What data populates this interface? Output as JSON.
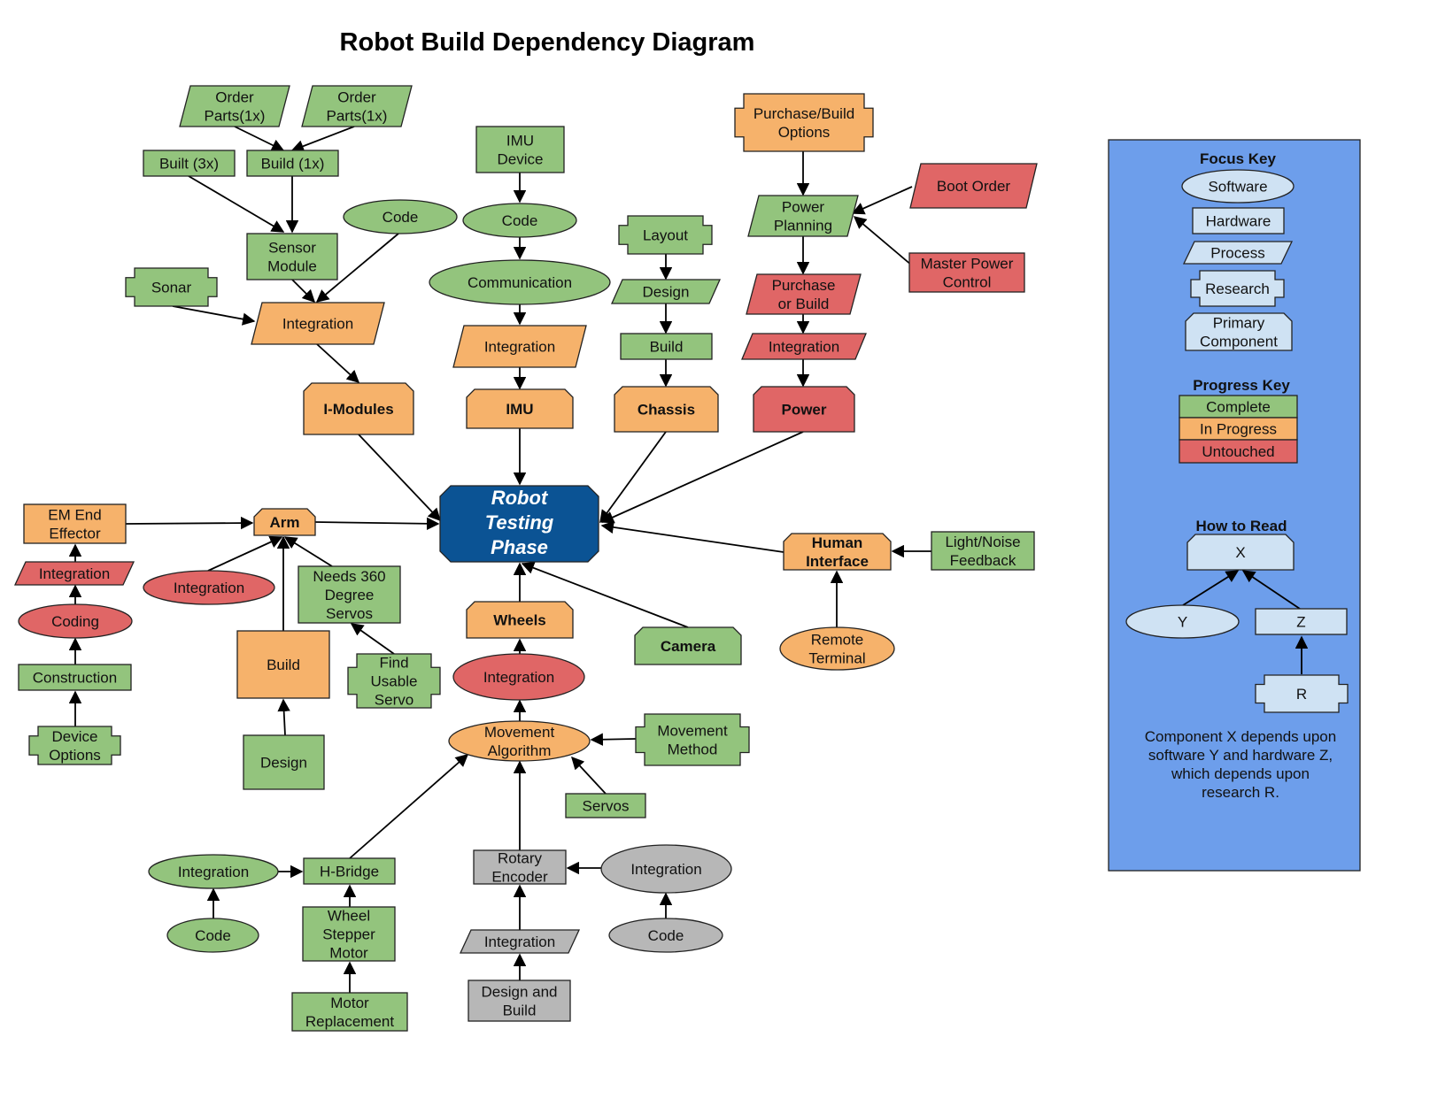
{
  "title": "Robot Build Dependency Diagram",
  "colors": {
    "complete": "#93c47d",
    "in_progress": "#f6b26b",
    "untouched": "#e06666",
    "grey": "#b7b7b7",
    "center": "#0b5394",
    "legend_bg": "#6d9eeb",
    "legend_item": "#cfe2f3"
  },
  "nodes": {
    "order_parts_a": [
      "Order",
      "Parts(1x)"
    ],
    "order_parts_b": [
      "Order",
      "Parts(1x)"
    ],
    "built_3x": [
      "Built (3x)"
    ],
    "build_1x": [
      "Build (1x)"
    ],
    "sensor_module": [
      "Sensor",
      "Module"
    ],
    "code_sensor": [
      "Code"
    ],
    "sonar": [
      "Sonar"
    ],
    "integration_imod": [
      "Integration"
    ],
    "i_modules": [
      "I-Modules"
    ],
    "imu_device": [
      "IMU",
      "Device"
    ],
    "code_imu": [
      "Code"
    ],
    "communication": [
      "Communication"
    ],
    "integration_imu": [
      "Integration"
    ],
    "imu": [
      "IMU"
    ],
    "layout": [
      "Layout"
    ],
    "design_chassis": [
      "Design"
    ],
    "build_chassis": [
      "Build"
    ],
    "chassis": [
      "Chassis"
    ],
    "purchase_build_options": [
      "Purchase/Build",
      "Options"
    ],
    "power_planning": [
      "Power",
      "Planning"
    ],
    "boot_order": [
      "Boot Order"
    ],
    "master_power": [
      "Master Power",
      "Control"
    ],
    "purchase_or_build": [
      "Purchase",
      "or Build"
    ],
    "integration_power": [
      "Integration"
    ],
    "power": [
      "Power"
    ],
    "robot_testing": [
      "Robot",
      "Testing",
      "Phase"
    ],
    "em_end": [
      "EM End",
      "Effector"
    ],
    "integration_em": [
      "Integration"
    ],
    "coding": [
      "Coding"
    ],
    "construction": [
      "Construction"
    ],
    "device_options": [
      "Device",
      "Options"
    ],
    "arm": [
      "Arm"
    ],
    "integration_arm": [
      "Integration"
    ],
    "needs_360": [
      "Needs 360",
      "Degree",
      "Servos"
    ],
    "find_servo": [
      "Find",
      "Usable",
      "Servo"
    ],
    "build_arm": [
      "Build"
    ],
    "design_arm": [
      "Design"
    ],
    "human_interface": [
      "Human",
      "Interface"
    ],
    "light_noise": [
      "Light/Noise",
      "Feedback"
    ],
    "remote_terminal": [
      "Remote",
      "Terminal"
    ],
    "wheels": [
      "Wheels"
    ],
    "camera": [
      "Camera"
    ],
    "integration_wheels": [
      "Integration"
    ],
    "movement_algorithm": [
      "Movement",
      "Algorithm"
    ],
    "movement_method": [
      "Movement",
      "Method"
    ],
    "servos": [
      "Servos"
    ],
    "integration_hb": [
      "Integration"
    ],
    "h_bridge": [
      "H-Bridge"
    ],
    "code_hb": [
      "Code"
    ],
    "wheel_stepper": [
      "Wheel",
      "Stepper",
      "Motor"
    ],
    "motor_replacement": [
      "Motor",
      "Replacement"
    ],
    "rotary_encoder": [
      "Rotary",
      "Encoder"
    ],
    "integration_grey_a": [
      "Integration"
    ],
    "code_grey": [
      "Code"
    ],
    "integration_grey_b": [
      "Integration"
    ],
    "design_and_build": [
      "Design and",
      "Build"
    ]
  },
  "legend": {
    "focus_key": "Focus Key",
    "software": "Software",
    "hardware": "Hardware",
    "process": "Process",
    "research": "Research",
    "primary_component": [
      "Primary",
      "Component"
    ],
    "progress_key": "Progress Key",
    "complete": "Complete",
    "in_progress": "In Progress",
    "untouched": "Untouched",
    "how_to_read": "How to Read",
    "x": "X",
    "y": "Y",
    "z": "Z",
    "r": "R",
    "note": [
      "Component X depends upon",
      "software Y and hardware Z,",
      "which depends upon",
      "research R."
    ]
  }
}
